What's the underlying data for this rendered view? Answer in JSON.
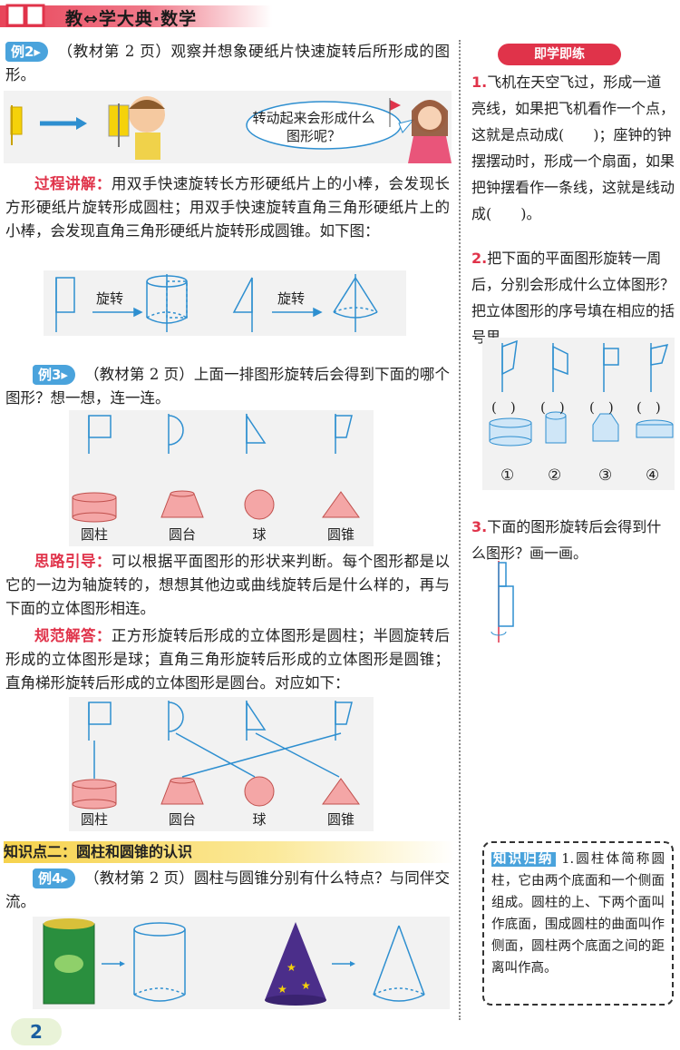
{
  "header": {
    "title": "教⇔学大典·数学"
  },
  "example2": {
    "badge": "例2▸",
    "text": "（教材第 2 页）观察并想象硬纸片快速旋转后所形成的图形。",
    "speech": "转动起来会形成什么图形呢？"
  },
  "process": {
    "label": "过程讲解：",
    "text": "用双手快速旋转长方形硬纸片上的小棒，会发现长方形硬纸片旋转形成圆柱；用双手快速旋转直角三角形硬纸片上的小棒，会发现直角三角形硬纸片旋转形成圆锥。如下图：",
    "rotate1": "旋转",
    "rotate2": "旋转"
  },
  "example3": {
    "badge": "例3▸",
    "text": "（教材第 2 页）上面一排图形旋转后会得到下面的哪个图形？想一想，连一连。",
    "labels": [
      "圆柱",
      "圆台",
      "球",
      "圆锥"
    ]
  },
  "hint": {
    "label": "思路引导：",
    "text": "可以根据平面图形的形状来判断。每个图形都是以它的一边为轴旋转的，想想其他边或曲线旋转后是什么样的，再与下面的立体图形相连。"
  },
  "answer": {
    "label": "规范解答：",
    "text": "正方形旋转后形成的立体图形是圆柱；半圆旋转后形成的立体图形是球；直角三角形旋转后形成的立体图形是圆锥；直角梯形旋转后形成的立体图形是圆台。对应如下：",
    "labels": [
      "圆柱",
      "圆台",
      "球",
      "圆锥"
    ]
  },
  "section2": {
    "title": "知识点二：圆柱和圆锥的认识"
  },
  "example4": {
    "badge": "例4▸",
    "text": "（教材第 2 页）圆柱与圆锥分别有什么特点？与同伴交流。"
  },
  "practice": {
    "title": "即学即练",
    "q1": {
      "num": "1.",
      "text": "飞机在天空飞过，形成一道亮线，如果把飞机看作一个点，这就是点动成(　　)；座钟的钟摆摆动时，形成一个扇面，如果把钟摆看作一条线，这就是线动成(　　)。"
    },
    "q2": {
      "num": "2.",
      "text": "把下面的平面图形旋转一周后，分别会形成什么立体图形？把立体图形的序号填在相应的括号里。",
      "brackets": [
        "(　)",
        "(　)",
        "(　)",
        "(　)"
      ],
      "numbers": [
        "①",
        "②",
        "③",
        "④"
      ]
    },
    "q3": {
      "num": "3.",
      "text": "下面的图形旋转后会得到什么图形？画一画。"
    }
  },
  "knowledge": {
    "head": "知识归纳",
    "text": " 1.圆柱体简称圆柱，它由两个底面和一个侧面组成。圆柱的上、下两个面叫作底面，围成圆柱的曲面叫作侧面，圆柱两个底面之间的距离叫作高。"
  },
  "page": {
    "number": "2"
  },
  "colors": {
    "accent_red": "#e0334a",
    "badge_blue": "#4aa3dc",
    "line_blue": "#2e8fd0",
    "solid_pink": "#f4a6a6"
  }
}
